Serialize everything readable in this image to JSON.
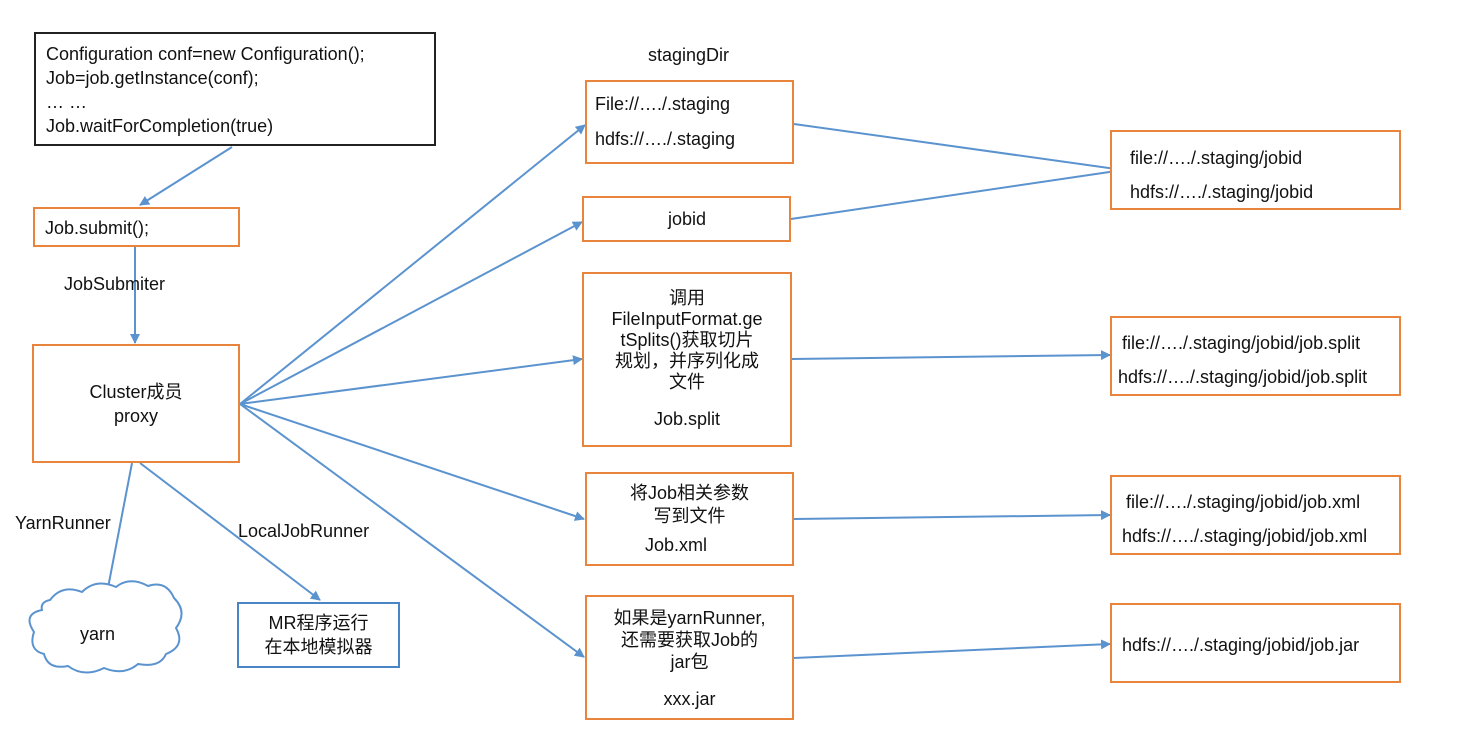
{
  "code_box": {
    "lines": [
      "Configuration conf=new Configuration();",
      "Job=job.getInstance(conf);",
      "… …",
      "Job.waitForCompletion(true)"
    ]
  },
  "submit_box": {
    "text": "Job.submit();"
  },
  "job_submitter_label": "JobSubmiter",
  "cluster_box": {
    "line1": "Cluster成员",
    "line2": "proxy"
  },
  "yarn_runner_label": "YarnRunner",
  "local_runner_label": "LocalJobRunner",
  "yarn_cloud": {
    "text": "yarn"
  },
  "mr_box": {
    "line1": "MR程序运行",
    "line2": "在本地模拟器"
  },
  "staging_dir_label": "stagingDir",
  "staging_box": {
    "line1": "File://…./.staging",
    "line2": "hdfs://…./.staging"
  },
  "jobid_box": {
    "text": "jobid"
  },
  "split_box": {
    "lines": [
      "调用",
      "FileInputFormat.ge",
      "tSplits()获取切片",
      "规划，并序列化成",
      "文件"
    ],
    "file": "Job.split"
  },
  "xml_box": {
    "lines": [
      "将Job相关参数",
      "写到文件"
    ],
    "file": "Job.xml"
  },
  "jar_box": {
    "lines": [
      "如果是yarnRunner,",
      "还需要获取Job的",
      "jar包"
    ],
    "file": "xxx.jar"
  },
  "result_jobid": {
    "line1": "file://…./.staging/jobid",
    "line2": "hdfs://…./.staging/jobid"
  },
  "result_split": {
    "line1": "file://…./.staging/jobid/job.split",
    "line2": "hdfs://…./.staging/jobid/job.split"
  },
  "result_xml": {
    "line1": "file://…./.staging/jobid/job.xml",
    "line2": "hdfs://…./.staging/jobid/job.xml"
  },
  "result_jar": {
    "line1": "hdfs://…./.staging/jobid/job.jar"
  },
  "colors": {
    "box_border": "#e8843c",
    "arrow": "#5b93cf",
    "code_border": "#222222",
    "mr_border": "#4a86c5"
  }
}
